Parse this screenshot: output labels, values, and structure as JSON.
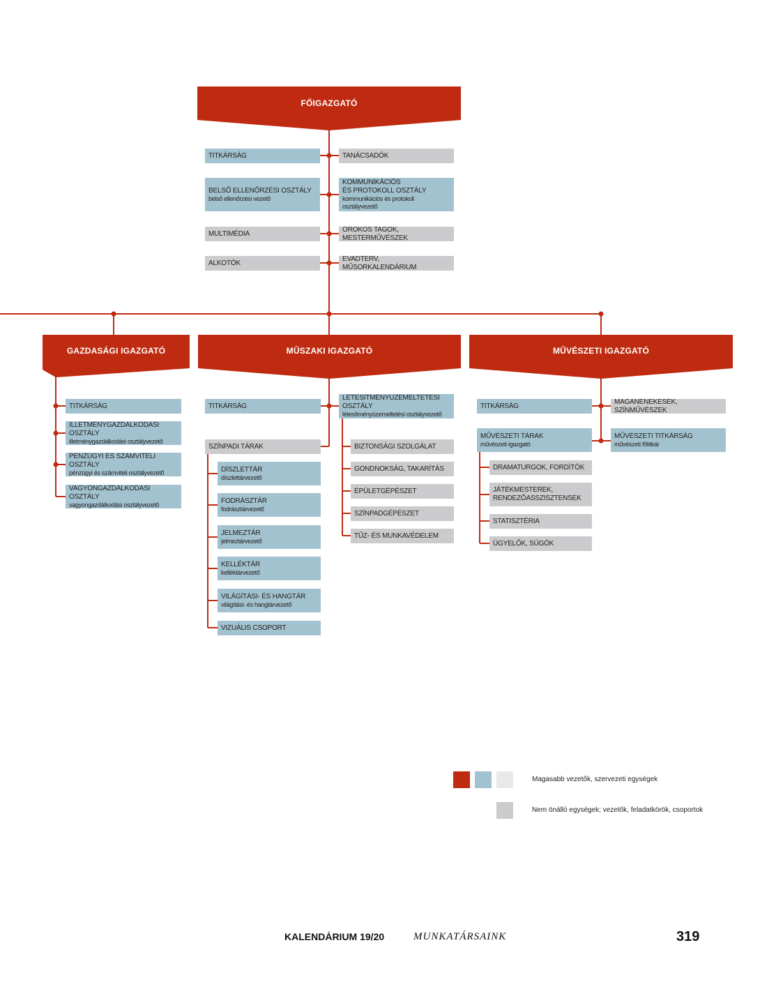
{
  "colors": {
    "red": "#bf2b10",
    "blue": "#a3c2cf",
    "grey": "#cbcbcd",
    "light": "#e9e9eb"
  },
  "top": {
    "title": "FŐIGAZGATÓ",
    "left": [
      {
        "title": "TITKÁRSÁG",
        "color": "blue"
      },
      {
        "title": "BELSŐ ELLENŐRZÉSI OSZTÁLY",
        "sub": "belső ellenőrzési vezető",
        "color": "blue"
      },
      {
        "title": "MULTIMÉDIA",
        "color": "grey"
      },
      {
        "title": "ALKOTÓK",
        "color": "grey"
      }
    ],
    "right": [
      {
        "title": "TANÁCSADÓK",
        "color": "grey"
      },
      {
        "title": "KOMMUNIKÁCIÓS\nÉS PROTOKOLL OSZTÁLY",
        "sub": "kommunikációs és protokoll osztályvezető",
        "color": "blue"
      },
      {
        "title": "ÖRÖKÖS TAGOK, MESTERMŰVÉSZEK",
        "color": "grey"
      },
      {
        "title": "ÉVADTERV, MŰSORKALENDÁRIUM",
        "color": "grey"
      }
    ]
  },
  "gazdasagi": {
    "title": "GAZDASÁGI IGAZGATÓ",
    "items": [
      {
        "title": "TITKÁRSÁG",
        "color": "blue"
      },
      {
        "title": "ILLETMÉNYGAZDÁLKODÁSI OSZTÁLY",
        "sub": "illetménygazdálkodási osztályvezető",
        "color": "blue"
      },
      {
        "title": "PÉNZÜGYI ÉS SZÁMVITELI OSZTÁLY",
        "sub": "pénzügyi és számviteli osztályvezető",
        "color": "blue"
      },
      {
        "title": "VAGYONGAZDÁLKODÁSI OSZTÁLY",
        "sub": "vagyongazdálkodási osztályvezető",
        "color": "blue"
      }
    ]
  },
  "muszaki": {
    "title": "MŰSZAKI IGAZGATÓ",
    "titkarsag": {
      "title": "TITKÁRSÁG",
      "color": "blue"
    },
    "letesitmeny": {
      "title": "LÉTESÍTMÉNYÜZEMELTETÉSI OSZTÁLY",
      "sub": "létesítményüzemeltetési osztályvezető",
      "color": "blue"
    },
    "szinpadi": {
      "title": "SZÍNPADI TÁRAK",
      "color": "grey"
    },
    "tarak": [
      {
        "title": "DÍSZLETTÁR",
        "sub": "díszlettárvezető",
        "color": "blue"
      },
      {
        "title": "FODRÁSZTÁR",
        "sub": "fodrásztárvezető",
        "color": "blue"
      },
      {
        "title": "JELMEZTÁR",
        "sub": "jelmeztárvezető",
        "color": "blue"
      },
      {
        "title": "KELLÉKTÁR",
        "sub": "kelléktárvezető",
        "color": "blue"
      },
      {
        "title": "VILÁGÍTÁSI- ÉS HANGTÁR",
        "sub": "világítási- és hangtárvezető",
        "color": "blue"
      },
      {
        "title": "VIZUÁLIS CSOPORT",
        "color": "blue"
      }
    ],
    "letesitmeny_items": [
      {
        "title": "BIZTONSÁGI SZOLGÁLAT",
        "color": "grey"
      },
      {
        "title": "GONDNOKSÁG, TAKARÍTÁS",
        "color": "grey"
      },
      {
        "title": "ÉPÜLETGÉPÉSZET",
        "color": "grey"
      },
      {
        "title": "SZÍNPADGÉPÉSZET",
        "color": "grey"
      },
      {
        "title": "TŰZ- ÉS MUNKAVÉDELEM",
        "color": "grey"
      }
    ]
  },
  "muveszeti": {
    "title": "MŰVÉSZETI IGAZGATÓ",
    "titkarsag": {
      "title": "TITKÁRSÁG",
      "color": "blue"
    },
    "maganenekesek": {
      "title": "MAGÁNÉNEKESEK, SZÍNMŰVÉSZEK",
      "color": "grey"
    },
    "tarak": {
      "title": "MŰVÉSZETI TÁRAK",
      "sub": "művészeti igazgató",
      "color": "blue"
    },
    "titkarsag2": {
      "title": "MŰVÉSZETI TITKÁRSÁG",
      "sub": "művészeti főtitkár",
      "color": "blue"
    },
    "items": [
      {
        "title": "DRAMATURGOK, FORDÍTÓK",
        "color": "grey"
      },
      {
        "title": "JÁTÉKMESTEREK,\nRENDEZŐASSZISZTENSEK",
        "color": "grey"
      },
      {
        "title": "STATISZTÉRIA",
        "color": "grey"
      },
      {
        "title": "ÜGYELŐK, SÚGÓK",
        "color": "grey"
      }
    ]
  },
  "legend": {
    "row1": "Magasabb vezetők, szervezeti egységek",
    "row2": "Nem önálló egységek; vezetők, feladatkörök, csoportok"
  },
  "footer": {
    "publication": "KALENDÁRIUM 19/20",
    "section": "MUNKATÁRSAINK",
    "page": "319"
  }
}
